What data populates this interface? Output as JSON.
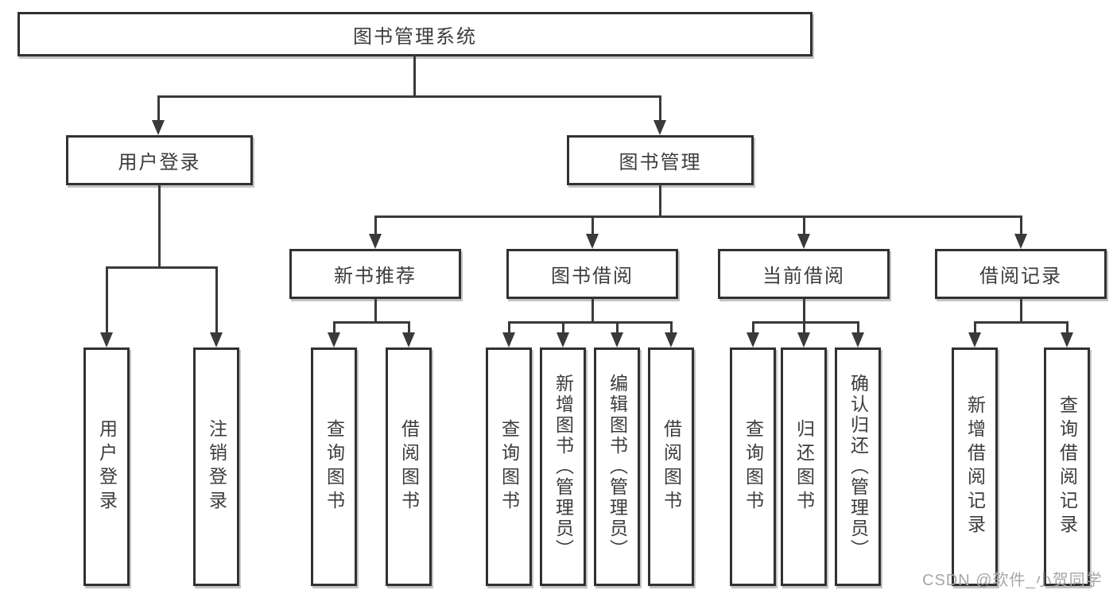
{
  "nodes": {
    "root": "图书管理系统",
    "user_login": "用户登录",
    "book_mgmt": "图书管理",
    "new_book_rec": "新书推荐",
    "book_borrow": "图书借阅",
    "current_borrow": "当前借阅",
    "borrow_record": "借阅记录",
    "leaf_user_login": "用户登录",
    "leaf_logout": "注销登录",
    "leaf_query_book_a": "查询图书",
    "leaf_borrow_book_a": "借阅图书",
    "leaf_query_book_b": "查询图书",
    "leaf_add_book": "新增图书（管理员）",
    "leaf_edit_book": "编辑图书（管理员）",
    "leaf_borrow_book_b": "借阅图书",
    "leaf_query_book_c": "查询图书",
    "leaf_return_book": "归还图书",
    "leaf_confirm_return": "确认归还（管理员）",
    "leaf_add_record": "新增借阅记录",
    "leaf_query_record": "查询借阅记录"
  },
  "watermark": "CSDN @软件_小贺同学",
  "colors": {
    "background": "#ffffff",
    "line": "#3a3a3a",
    "border": "#313131",
    "text": "#3c3c3c",
    "watermark": "#a6a6a6"
  }
}
